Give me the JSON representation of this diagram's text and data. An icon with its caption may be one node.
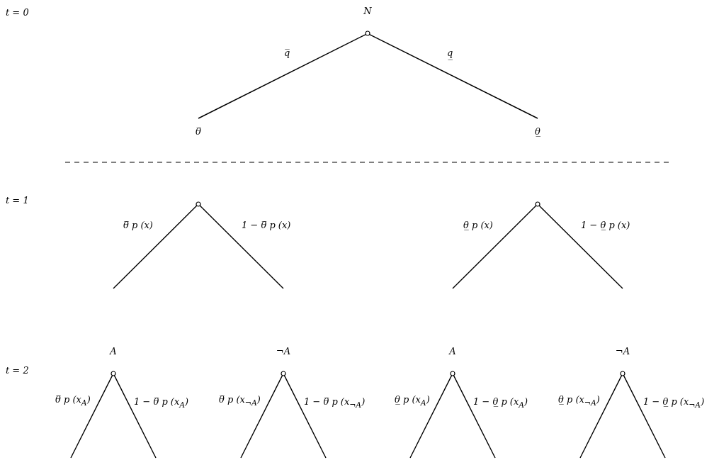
{
  "diagram": {
    "nodes": [
      {
        "text": [
          "N"
        ]
      },
      {
        "text": [
          "θ̅"
        ]
      },
      {
        "text": [
          "θ̲"
        ]
      },
      {
        "text": [],
        "shape": "circle"
      },
      {
        "text": [],
        "shape": "circle"
      },
      {
        "text": [
          "A"
        ]
      },
      {
        "text": [
          "¬A"
        ]
      },
      {
        "text": [
          "A"
        ]
      },
      {
        "text": [
          "¬A"
        ]
      }
    ],
    "edges": [
      {
        "from": 0,
        "to": 1,
        "arrow": "none",
        "label": "q̅"
      },
      {
        "from": 0,
        "to": 2,
        "arrow": "none",
        "label": "q̲"
      },
      {
        "from": 3,
        "to": null,
        "arrow": "none",
        "label": "θ̅ p (x)"
      },
      {
        "from": 3,
        "to": null,
        "arrow": "none",
        "label": "1 − θ̅ p (x)"
      },
      {
        "from": 4,
        "to": null,
        "arrow": "none",
        "label": "θ̲ p (x)"
      },
      {
        "from": 4,
        "to": null,
        "arrow": "none",
        "label": "1 − θ̲ p (x)"
      },
      {
        "from": 5,
        "to": null,
        "arrow": "none",
        "label": "θ̅ p (x$_{A}$)"
      },
      {
        "from": 5,
        "to": null,
        "arrow": "none",
        "label": "1 − θ̅ p (x$_{A}$)"
      },
      {
        "from": 6,
        "to": null,
        "arrow": "none",
        "label": "θ̅ p (x$_{¬A}$)"
      },
      {
        "from": 6,
        "to": null,
        "arrow": "none",
        "label": "1 − θ̅ p (x$_{¬A}$)"
      },
      {
        "from": 7,
        "to": null,
        "arrow": "none",
        "label": "θ̲ p (x$_{A}$)"
      },
      {
        "from": 7,
        "to": null,
        "arrow": "none",
        "label": "1 − θ̲ p (x$_{A}$)"
      },
      {
        "from": 8,
        "to": null,
        "arrow": "none",
        "label": "θ̲ p (x$_{¬A}$)"
      },
      {
        "from": 8,
        "to": null,
        "arrow": "none",
        "label": "1 − θ̲ p (x$_{¬A}$)"
      }
    ],
    "labels": [
      "t = 0",
      "t = 1",
      "t = 2"
    ]
  }
}
